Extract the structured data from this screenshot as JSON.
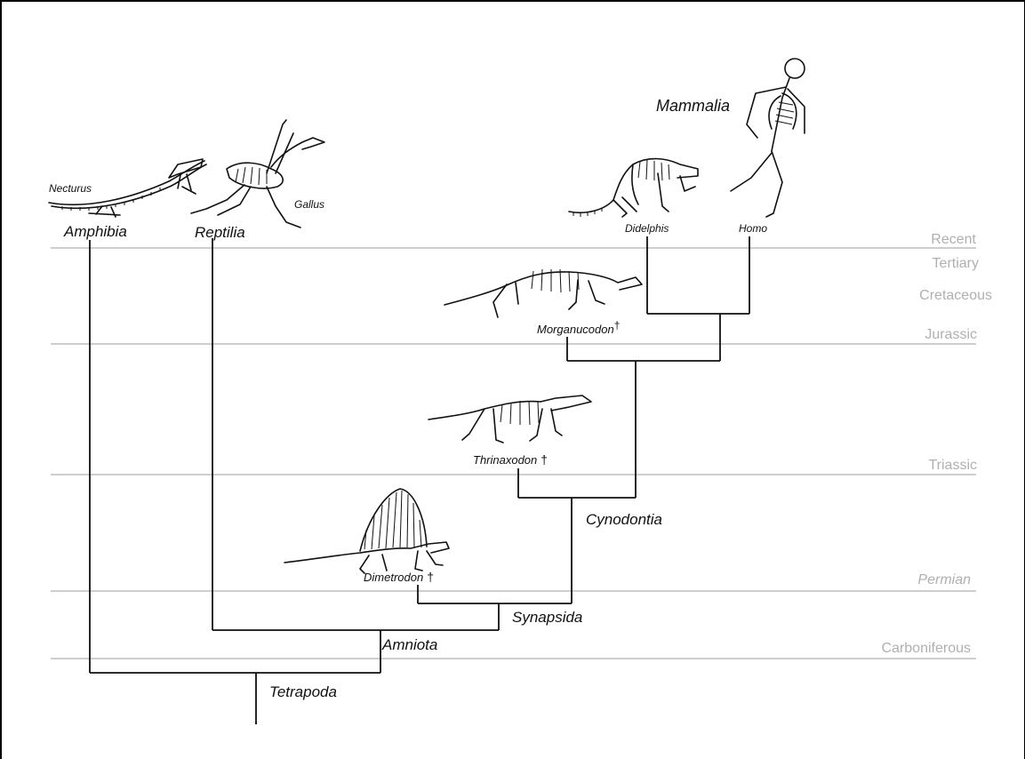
{
  "periods": [
    "Recent",
    "Tertiary",
    "Cretaceous",
    "Jurassic",
    "Triassic",
    "Permian",
    "Carboniferous"
  ],
  "clades": {
    "mammalia": "Mammalia",
    "cynodontia": "Cynodontia",
    "synapsida": "Synapsida",
    "amniota": "Amniota",
    "tetrapoda": "Tetrapoda"
  },
  "taxa": {
    "amphibia": "Amphibia",
    "reptilia": "Reptilia",
    "necturus": "Necturus",
    "gallus": "Gallus",
    "didelphis": "Didelphis",
    "homo": "Homo",
    "morganucodon": "Morganucodon",
    "thrinaxodon": "Thrinaxodon",
    "dimetrodon": "Dimetrodon"
  },
  "extinct_marker": "†",
  "colors": {
    "timeline": "#bdbdbd",
    "era_text": "#b0b0b0",
    "tree": "#111111"
  }
}
